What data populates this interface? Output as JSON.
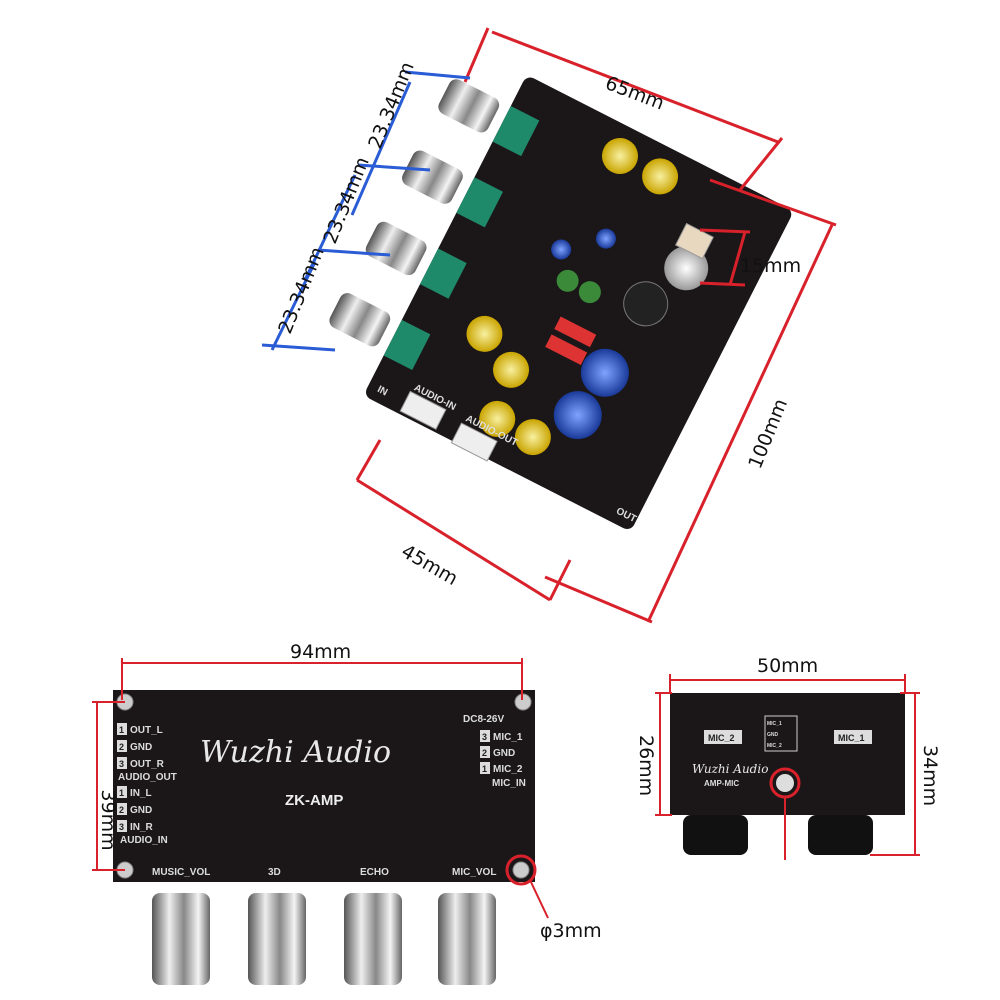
{
  "top_view": {
    "width_label": "65mm",
    "length_label": "100mm",
    "depth_label": "45mm",
    "terminal_label": "15mm",
    "knob_spacing_labels": [
      "23.34mm",
      "23.34mm",
      "23.34mm"
    ],
    "silkscreen": {
      "in": "IN",
      "out": "OUT",
      "audio_in": "AUDIO-IN",
      "audio_out": "AUDIO-OUT"
    }
  },
  "front_view": {
    "width_label": "94mm",
    "height_label": "39mm",
    "hole_label": "φ3mm",
    "brand": "Wuzhi Audio",
    "model": "ZK-AMP",
    "power": "DC8-26V",
    "audio_out": {
      "title": "AUDIO_OUT",
      "pins": [
        {
          "n": "1",
          "name": "OUT_L"
        },
        {
          "n": "2",
          "name": "GND"
        },
        {
          "n": "3",
          "name": "OUT_R"
        }
      ]
    },
    "audio_in": {
      "title": "AUDIO_IN",
      "pins": [
        {
          "n": "1",
          "name": "IN_L"
        },
        {
          "n": "2",
          "name": "GND"
        },
        {
          "n": "3",
          "name": "IN_R"
        }
      ]
    },
    "mic_in": {
      "title": "MIC_IN",
      "pins": [
        {
          "n": "3",
          "name": "MIC_1"
        },
        {
          "n": "2",
          "name": "GND"
        },
        {
          "n": "1",
          "name": "MIC_2"
        }
      ]
    },
    "knob_labels": [
      "MUSIC_VOL",
      "3D",
      "ECHO",
      "MIC_VOL"
    ]
  },
  "mic_view": {
    "width_label": "50mm",
    "board_height_label": "26mm",
    "total_height_label": "34mm",
    "mic2": "MIC_2",
    "mic1": "MIC_1",
    "brand": "Wuzhi Audio",
    "model": "AMP-MIC",
    "pins": [
      "MIC_1",
      "GND",
      "MIC_2"
    ]
  },
  "colors": {
    "dimension_red": "#d8212a",
    "dimension_blue": "#2a5cd6",
    "pcb": "#1b1718"
  }
}
